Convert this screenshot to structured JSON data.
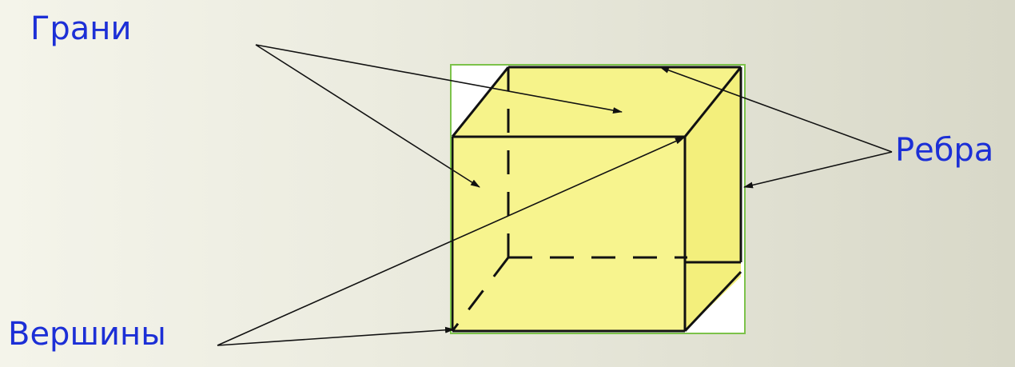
{
  "labels": {
    "faces": "Грани",
    "edges": "Ребра",
    "vertices": "Вершины"
  },
  "colors": {
    "label": "#1c2fd6",
    "cube_fill": "#f6f38a",
    "cube_frame": "#7cc24a",
    "edge_line": "#111111"
  }
}
